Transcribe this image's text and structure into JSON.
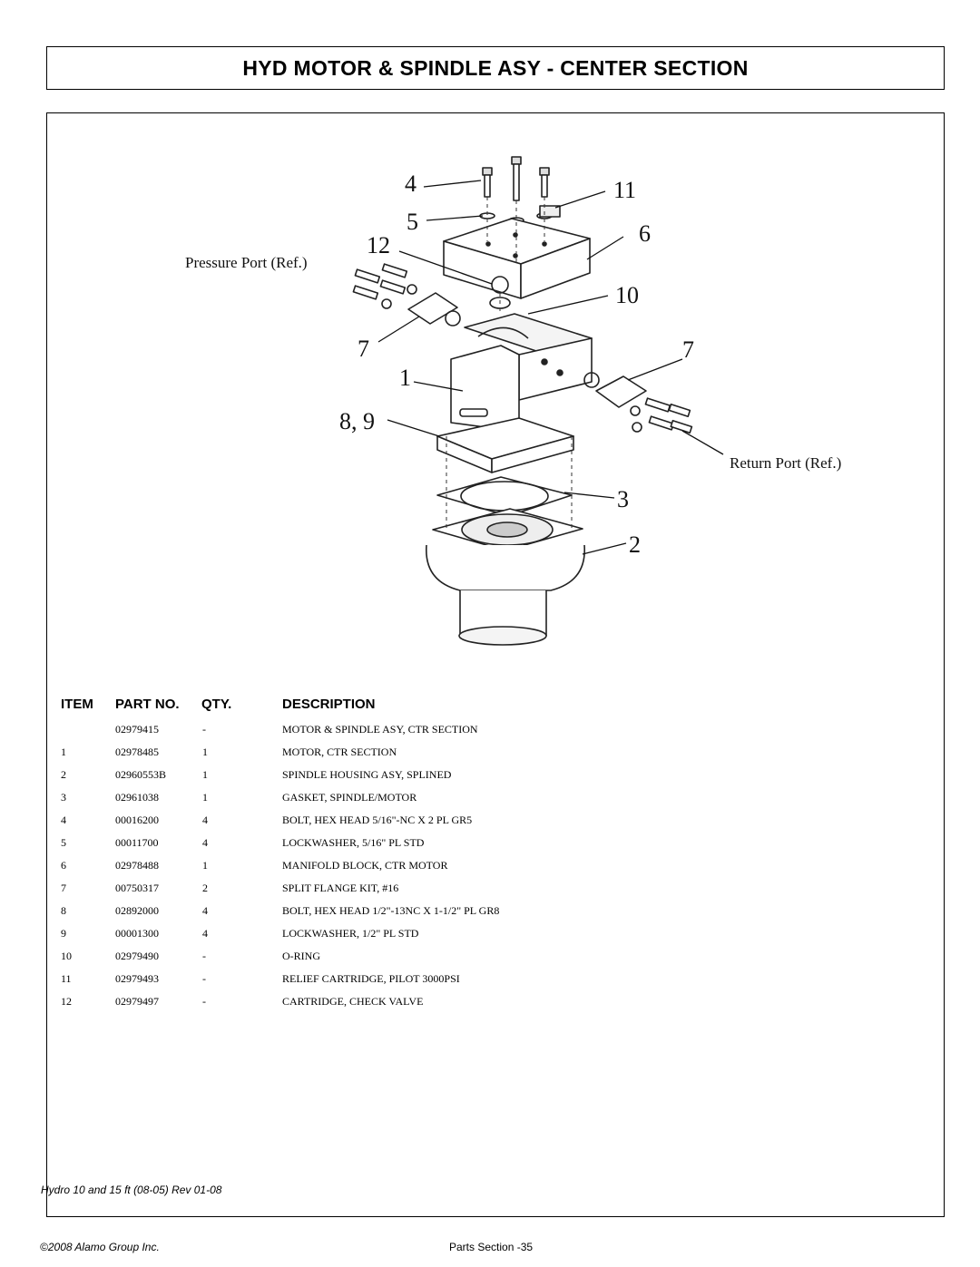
{
  "title": "HYD MOTOR & SPINDLE ASY - CENTER SECTION",
  "diagram": {
    "callouts": [
      "4",
      "5",
      "11",
      "12",
      "6",
      "10",
      "7",
      "7",
      "1",
      "8, 9",
      "3",
      "2"
    ],
    "pressure_port": "Pressure Port (Ref.)",
    "return_port": "Return Port (Ref.)"
  },
  "table": {
    "headers": {
      "item": "ITEM",
      "part": "PART NO.",
      "qty": "QTY.",
      "desc": "DESCRIPTION"
    },
    "rows": [
      {
        "item": "",
        "part": "02979415",
        "qty": "-",
        "desc": "MOTOR & SPINDLE ASY, CTR SECTION"
      },
      {
        "item": "1",
        "part": "02978485",
        "qty": "1",
        "desc": "MOTOR, CTR SECTION"
      },
      {
        "item": "2",
        "part": "02960553B",
        "qty": "1",
        "desc": "SPINDLE HOUSING ASY, SPLINED"
      },
      {
        "item": "3",
        "part": "02961038",
        "qty": "1",
        "desc": "GASKET, SPINDLE/MOTOR"
      },
      {
        "item": "4",
        "part": "00016200",
        "qty": "4",
        "desc": "BOLT, HEX HEAD 5/16\"-NC X 2 PL GR5"
      },
      {
        "item": "5",
        "part": "00011700",
        "qty": "4",
        "desc": "LOCKWASHER, 5/16\" PL STD"
      },
      {
        "item": "6",
        "part": "02978488",
        "qty": "1",
        "desc": "MANIFOLD BLOCK, CTR MOTOR"
      },
      {
        "item": "7",
        "part": "00750317",
        "qty": "2",
        "desc": "SPLIT FLANGE KIT, #16"
      },
      {
        "item": "8",
        "part": "02892000",
        "qty": "4",
        "desc": "BOLT, HEX HEAD 1/2\"-13NC X 1-1/2\" PL GR8"
      },
      {
        "item": "9",
        "part": "00001300",
        "qty": "4",
        "desc": "LOCKWASHER, 1/2\" PL STD"
      },
      {
        "item": "10",
        "part": "02979490",
        "qty": "-",
        "desc": "O-RING"
      },
      {
        "item": "11",
        "part": "02979493",
        "qty": "-",
        "desc": "RELIEF CARTRIDGE, PILOT 3000PSI"
      },
      {
        "item": "12",
        "part": "02979497",
        "qty": "-",
        "desc": "CARTRIDGE, CHECK VALVE"
      }
    ]
  },
  "footer": {
    "doc": "Hydro 10 and 15 ft (08-05) Rev 01-08",
    "copyright": "©2008 Alamo Group Inc.",
    "page": "Parts Section -35"
  }
}
